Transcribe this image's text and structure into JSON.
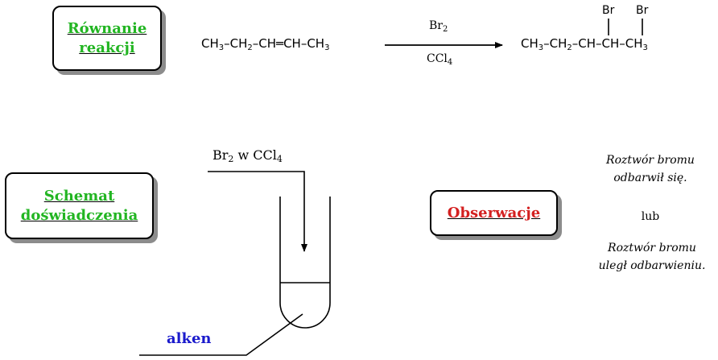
{
  "boxes": {
    "rownanie": {
      "line1": "Równanie",
      "line2": "reakcji"
    },
    "schemat": {
      "line1": "Schemat",
      "line2": "doświadczenia"
    },
    "obserwacje": {
      "label": "Obserwacje"
    }
  },
  "reaction": {
    "reactant": [
      "CH",
      "3",
      "–CH",
      "2",
      "–CH═CH–CH",
      "3"
    ],
    "reagent_top": [
      "Br",
      "2"
    ],
    "reagent_bottom": [
      "CCl",
      "4"
    ],
    "product": [
      "CH",
      "3",
      "–CH",
      "2",
      "–CH–CH–CH",
      "3"
    ],
    "substituent_1": "Br",
    "substituent_2": "Br"
  },
  "schema": {
    "reagent_label": [
      "Br",
      "2",
      " w CCl",
      "4"
    ],
    "alkene_label": "alken"
  },
  "observations": {
    "text1_line1": "Roztwór bromu",
    "text1_line2": "odbarwił się.",
    "or": "lub",
    "text2_line1": "Roztwór bromu",
    "text2_line2": "uległ odbarwieniu."
  },
  "colors": {
    "green_heading": "#22b522",
    "red_heading": "#d42020",
    "blue_label": "#1a1acc",
    "shadow": "#8c8c8c"
  }
}
